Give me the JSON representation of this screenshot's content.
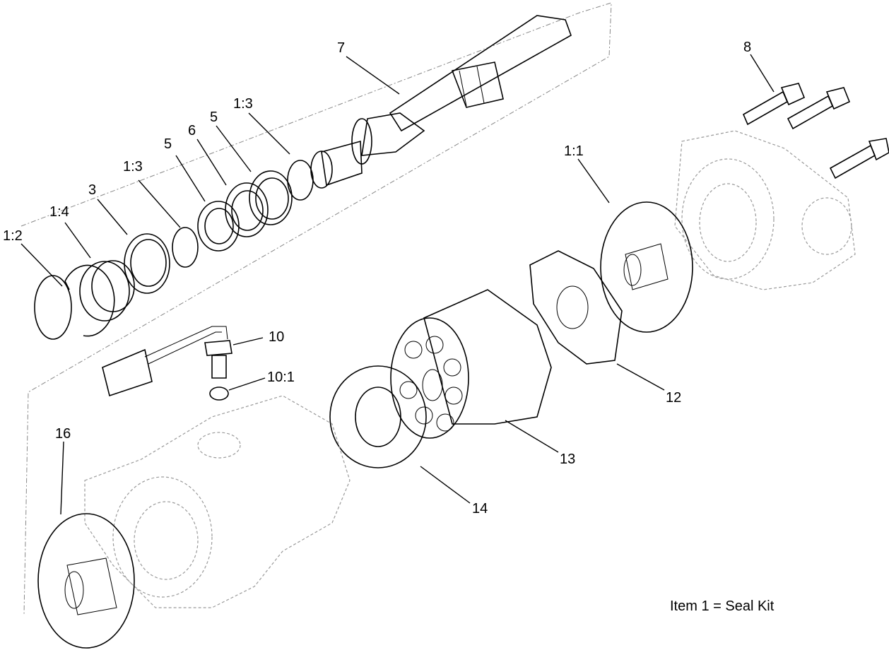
{
  "note": "Item 1 = Seal Kit",
  "callouts": {
    "c1": "1:2",
    "c2": "1:4",
    "c3": "3",
    "c4": "1:3",
    "c5": "5",
    "c6": "6",
    "c7": "5",
    "c8": "1:3",
    "c9": "7",
    "c10": "8",
    "c11": "1:1",
    "c12": "10",
    "c13": "10:1",
    "c14": "12",
    "c15": "13",
    "c16": "14",
    "c17": "16"
  }
}
